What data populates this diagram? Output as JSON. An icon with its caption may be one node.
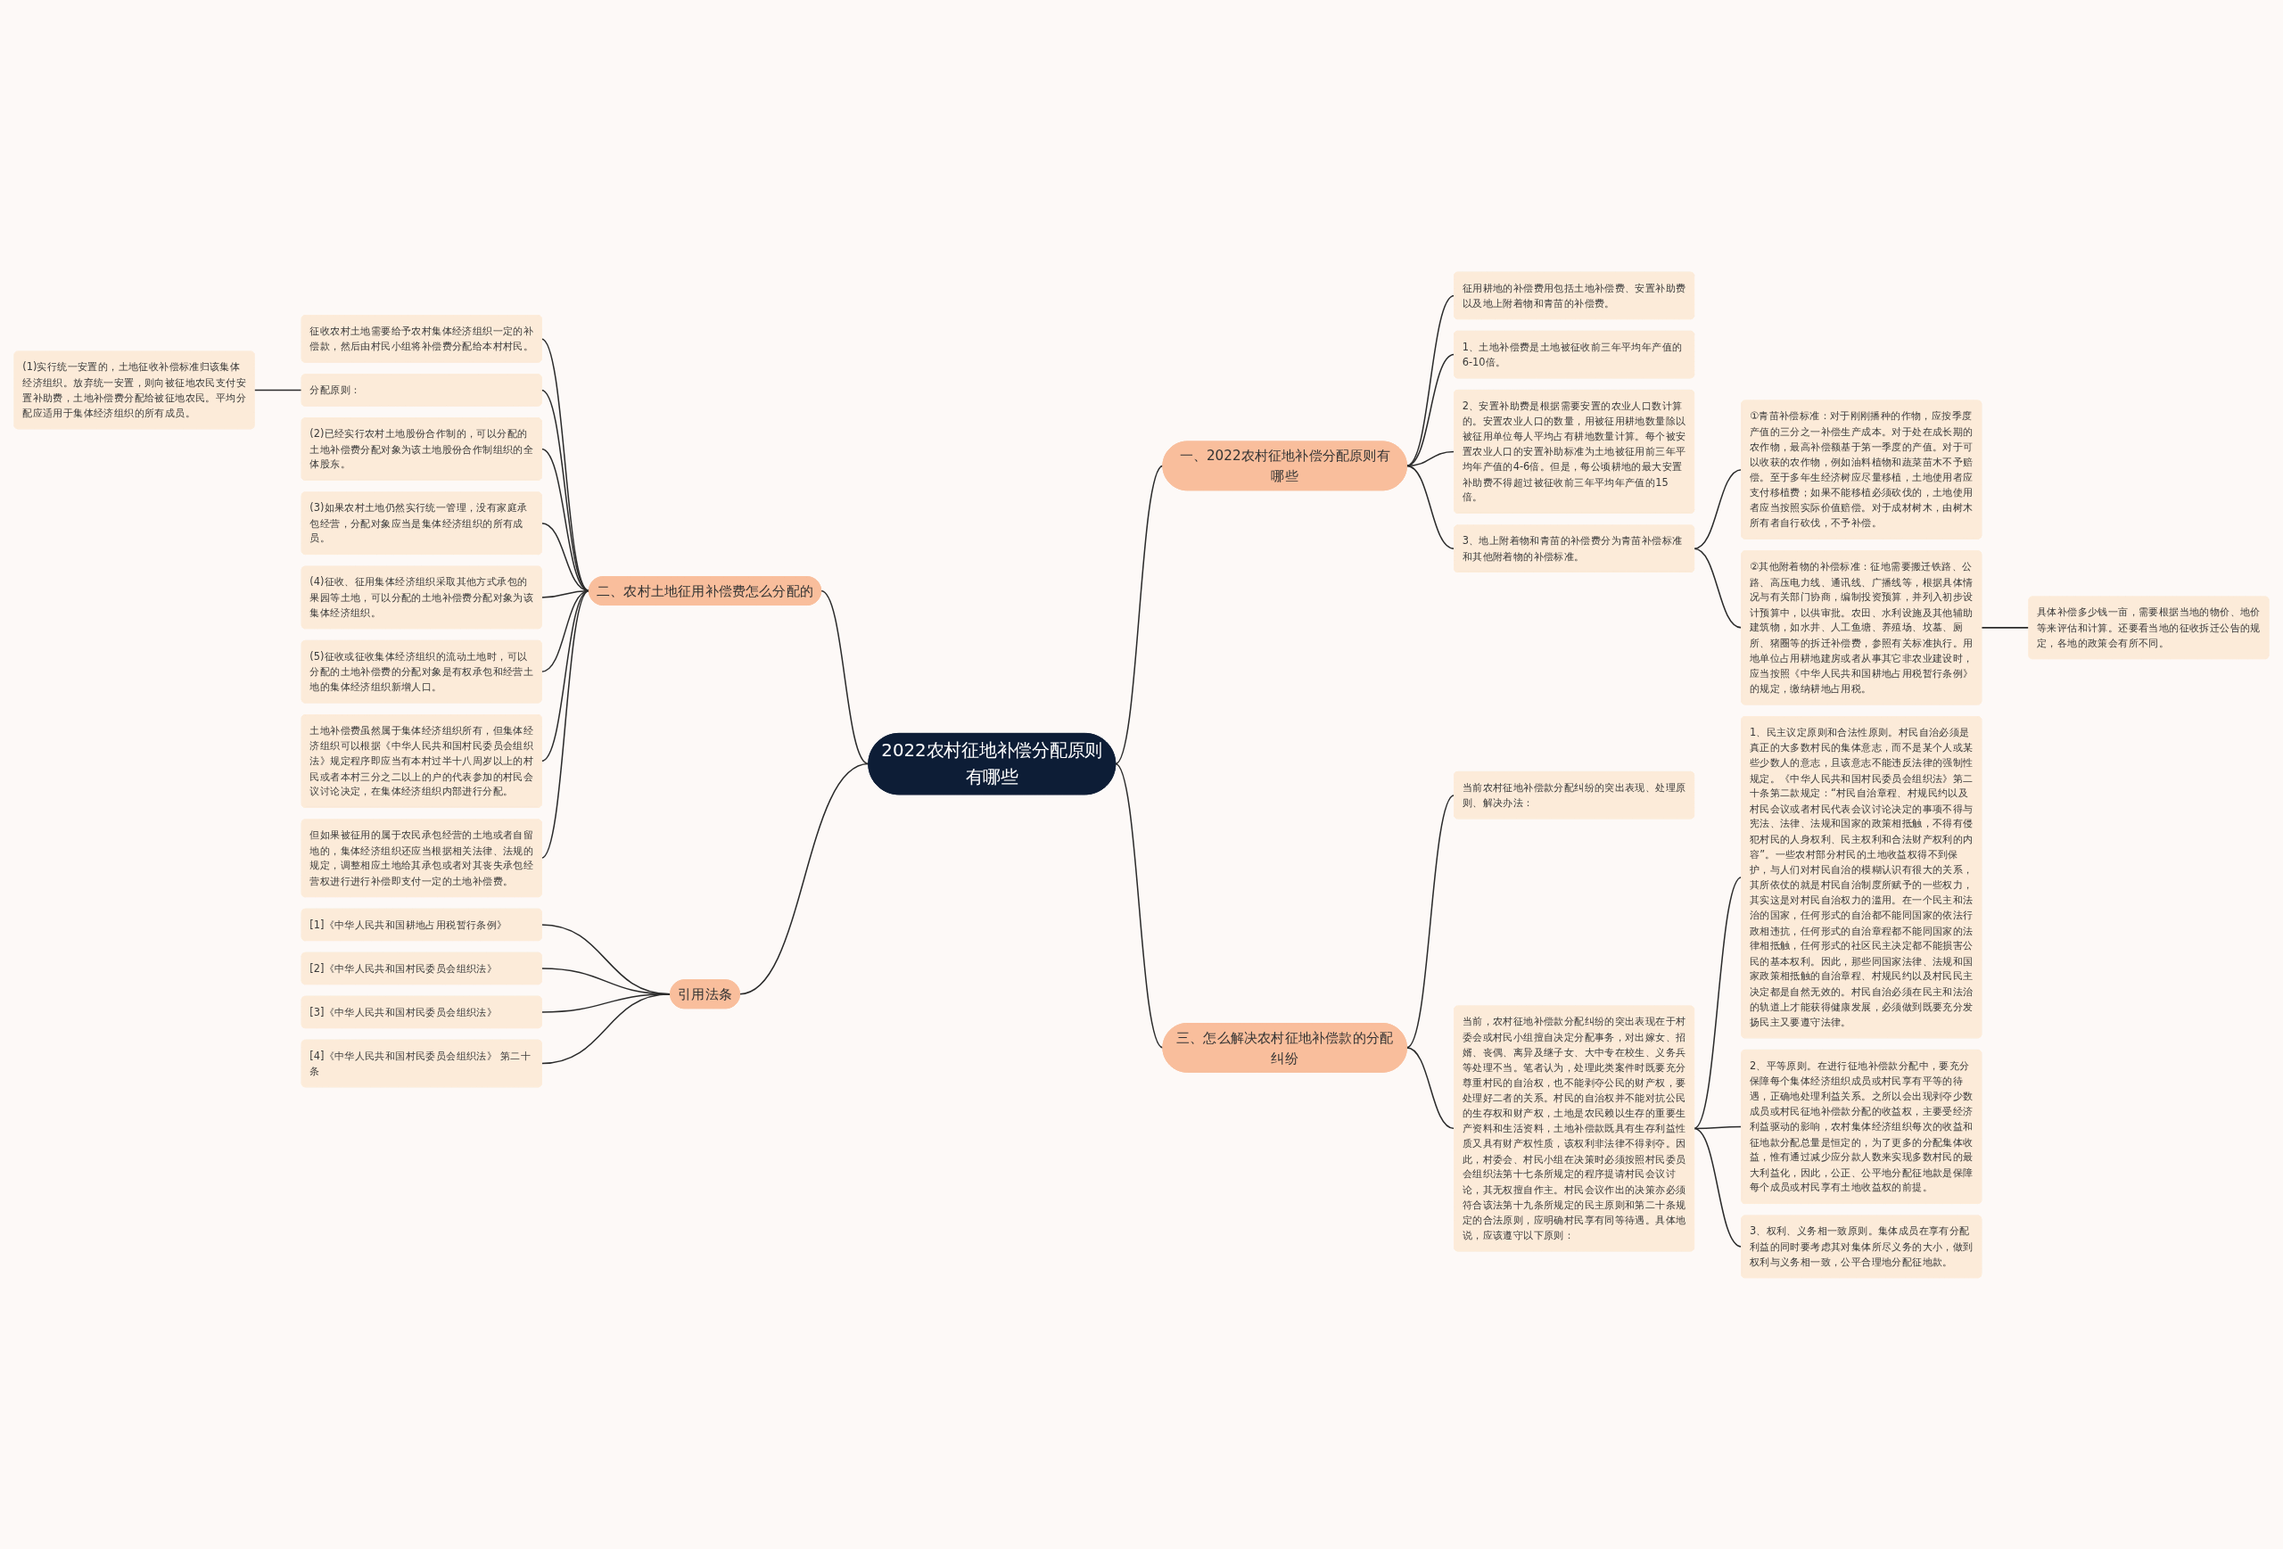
{
  "diagram": {
    "nodes": [
      {
        "text": [
          "2022农村征地补偿分配原则有哪些"
        ]
      },
      {
        "text": [
          "一、2022农村征地补偿分配原则有哪些"
        ]
      },
      {
        "text": [
          "征用耕地的补偿费用包括土地补偿费、安置补助费以及地上附着物和青苗的补偿费。"
        ]
      },
      {
        "text": [
          "1、土地补偿费是土地被征收前三年平均年产值的6-10倍。"
        ]
      },
      {
        "text": [
          "2、安置补助费是根据需要安置的农业人口数计算的。安置农业人口的数量，用被征用耕地数量除以被征用单位每人平均占有耕地数量计算。每个被安置农业人口的安置补助标准为土地被征用前三年平均年产值的4-6倍。但是，每公顷耕地的最大安置补助费不得超过被征收前三年平均年产值的15倍。"
        ]
      },
      {
        "text": [
          "3、地上附着物和青苗的补偿费分为青苗补偿标准和其他附着物的补偿标准。"
        ]
      },
      {
        "text": [
          "①青苗补偿标准：对于刚刚播种的作物，应按季度产值的三分之一补偿生产成本。对于处在成长期的农作物，最高补偿额基于第一季度的产值。对于可以收获的农作物，例如油料植物和蔬菜苗木不予赔偿。至于多年生经济树应尽量移植，土地使用者应支付移植费；如果不能移植必须砍伐的，土地使用者应当按照实际价值赔偿。对于成材树木，由树木所有者自行砍伐，不予补偿。"
        ]
      },
      {
        "text": [
          "②其他附着物的补偿标准：征地需要搬迁铁路、公路、高压电力线、通讯线、广播线等，根据具体情况与有关部门协商，编制投资预算，并列入初步设计预算中，以供审批。农田、水利设施及其他辅助建筑物，如水井、人工鱼塘、养殖场、坟墓、厕所、猪圈等的拆迁补偿费，参照有关标准执行。用地单位占用耕地建房或者从事其它非农业建设时，应当按照《中华人民共和国耕地占用税暂行条例》的规定，缴纳耕地占用税。"
        ]
      },
      {
        "text": [
          "具体补偿多少钱一亩，需要根据当地的物价、地价等来评估和计算。还要看当地的征收拆迁公告的规定，各地的政策会有所不同。"
        ]
      },
      {
        "text": [
          "二、农村土地征用补偿费怎么分配的"
        ]
      },
      {
        "text": [
          "征收农村土地需要给予农村集体经济组织一定的补偿款，然后由村民小组将补偿费分配给本村村民。"
        ]
      },
      {
        "text": [
          "分配原则："
        ]
      },
      {
        "text": [
          "(1)实行统一安置的，土地征收补偿标准归该集体经济组织。放弃统一安置，则向被征地农民支付安置补助费，土地补偿费分配给被征地农民。平均分配应适用于集体经济组织的所有成员。"
        ]
      },
      {
        "text": [
          "(2)已经实行农村土地股份合作制的，可以分配的土地补偿费分配对象为该土地股份合作制组织的全体股东。"
        ]
      },
      {
        "text": [
          "(3)如果农村土地仍然实行统一管理，没有家庭承包经营，分配对象应当是集体经济组织的所有成员。"
        ]
      },
      {
        "text": [
          "(4)征收、征用集体经济组织采取其他方式承包的果园等土地，可以分配的土地补偿费分配对象为该集体经济组织。"
        ]
      },
      {
        "text": [
          "(5)征收或征收集体经济组织的流动土地时，可以分配的土地补偿费的分配对象是有权承包和经营土地的集体经济组织新增人口。"
        ]
      },
      {
        "text": [
          "土地补偿费虽然属于集体经济组织所有，但集体经济组织可以根据《中华人民共和国村民委员会组织法》规定程序即应当有本村过半十八周岁以上的村民或者本村三分之二以上的户的代表参加的村民会议讨论决定，在集体经济组织内部进行分配。"
        ]
      },
      {
        "text": [
          "但如果被征用的属于农民承包经营的土地或者自留地的，集体经济组织还应当根据相关法律、法规的规定，调整相应土地给其承包或者对其丧失承包经营权进行进行补偿即支付一定的土地补偿费。"
        ]
      },
      {
        "text": [
          "引用法条"
        ]
      },
      {
        "text": [
          "[1]《中华人民共和国耕地占用税暂行条例》"
        ]
      },
      {
        "text": [
          "[2]《中华人民共和国村民委员会组织法》"
        ]
      },
      {
        "text": [
          "[3]《中华人民共和国村民委员会组织法》"
        ]
      },
      {
        "text": [
          "[4]《中华人民共和国村民委员会组织法》 第二十条"
        ]
      },
      {
        "text": [
          "三、怎么解决农村征地补偿款的分配纠纷"
        ]
      },
      {
        "text": [
          "当前农村征地补偿款分配纠纷的突出表现、处理原则、解决办法："
        ]
      },
      {
        "text": [
          "当前，农村征地补偿款分配纠纷的突出表现在于村委会或村民小组擅自决定分配事务，对出嫁女、招婿、丧偶、离异及继子女、大中专在校生、义务兵等处理不当。笔者认为，处理此类案件时既要充分尊重村民的自治权，也不能剥夺公民的财产权，要处理好二者的关系。村民的自治权并不能对抗公民的生存权和财产权，土地是农民赖以生存的重要生产资料和生活资料，土地补偿款既具有生存利益性质又具有财产权性质，该权利非法律不得剥夺。因此，村委会、村民小组在决策时必须按照村民委员会组织法第十七条所规定的程序提请村民会议讨论，其无权擅自作主。村民会议作出的决策亦必须符合该法第十九条所规定的民主原则和第二十条规定的合法原则，应明确村民享有同等待遇。具体地说，应该遵守以下原则："
        ]
      },
      {
        "text": [
          "1、民主议定原则和合法性原则。村民自治必须是真正的大多数村民的集体意志，而不是某个人或某些少数人的意志，且该意志不能违反法律的强制性规定。《中华人民共和国村民委员会组织法》第二十条第二款规定：“村民自治章程、村规民约以及村民会议或者村民代表会议讨论决定的事项不得与宪法、法律、法规和国家的政策相抵触，不得有侵犯村民的人身权利、民主权利和合法财产权利的内容”。一些农村部分村民的土地收益权得不到保护，与人们对村民自治的模糊认识有很大的关系，其所依仗的就是村民自治制度所赋予的一些权力，其实这是对村民自治权力的滥用。在一个民主和法治的国家，任何形式的自治都不能同国家的依法行政相违抗，任何形式的自治章程都不能同国家的法律相抵触，任何形式的社区民主决定都不能损害公民的基本权利。因此，那些同国家法律、法规和国家政策相抵触的自治章程、村规民约以及村民民主决定都是自然无效的。村民自治必须在民主和法治的轨道上才能获得健康发展，必须做到既要充分发扬民主又要遵守法律。"
        ]
      },
      {
        "text": [
          "2、平等原则。在进行征地补偿款分配中，要充分保障每个集体经济组织成员或村民享有平等的待遇，正确地处理利益关系。之所以会出现剥夺少数成员或村民征地补偿款分配的收益权，主要受经济利益驱动的影响，农村集体经济组织每次的收益和征地款分配总量是恒定的，为了更多的分配集体收益，惟有通过减少应分款人数来实现多数村民的最大利益化，因此，公正、公平地分配征地款是保障每个成员或村民享有土地收益权的前提。"
        ]
      },
      {
        "text": [
          "3、权利、义务相一致原则。集体成员在享有分配利益的同时要考虑其对集体所尽义务的大小，做到权利与义务相一致，公平合理地分配征地款。"
        ]
      }
    ],
    "edges": [
      {
        "from": 0,
        "to": 1,
        "arrow": "none"
      },
      {
        "from": 1,
        "to": 2,
        "arrow": "none"
      },
      {
        "from": 1,
        "to": 3,
        "arrow": "none"
      },
      {
        "from": 1,
        "to": 4,
        "arrow": "none"
      },
      {
        "from": 1,
        "to": 5,
        "arrow": "none"
      },
      {
        "from": 5,
        "to": 6,
        "arrow": "none"
      },
      {
        "from": 5,
        "to": 7,
        "arrow": "none"
      },
      {
        "from": 7,
        "to": 8,
        "arrow": "none"
      },
      {
        "from": 9,
        "to": 0,
        "arrow": "none"
      },
      {
        "from": 10,
        "to": 9,
        "arrow": "none"
      },
      {
        "from": 11,
        "to": 9,
        "arrow": "none"
      },
      {
        "from": 12,
        "to": 11,
        "arrow": "none"
      },
      {
        "from": 13,
        "to": 9,
        "arrow": "none"
      },
      {
        "from": 14,
        "to": 9,
        "arrow": "none"
      },
      {
        "from": 15,
        "to": 9,
        "arrow": "none"
      },
      {
        "from": 16,
        "to": 9,
        "arrow": "none"
      },
      {
        "from": 17,
        "to": 9,
        "arrow": "none"
      },
      {
        "from": 18,
        "to": 9,
        "arrow": "none"
      },
      {
        "from": 19,
        "to": 0,
        "arrow": "none"
      },
      {
        "from": 20,
        "to": 19,
        "arrow": "none"
      },
      {
        "from": 21,
        "to": 19,
        "arrow": "none"
      },
      {
        "from": 22,
        "to": 19,
        "arrow": "none"
      },
      {
        "from": 23,
        "to": 19,
        "arrow": "none"
      },
      {
        "from": 0,
        "to": 24,
        "arrow": "none"
      },
      {
        "from": 24,
        "to": 25,
        "arrow": "none"
      },
      {
        "from": 24,
        "to": 26,
        "arrow": "none"
      },
      {
        "from": 26,
        "to": 27,
        "arrow": "none"
      },
      {
        "from": 26,
        "to": 28,
        "arrow": "none"
      },
      {
        "from": 26,
        "to": 29,
        "arrow": "none"
      }
    ]
  }
}
